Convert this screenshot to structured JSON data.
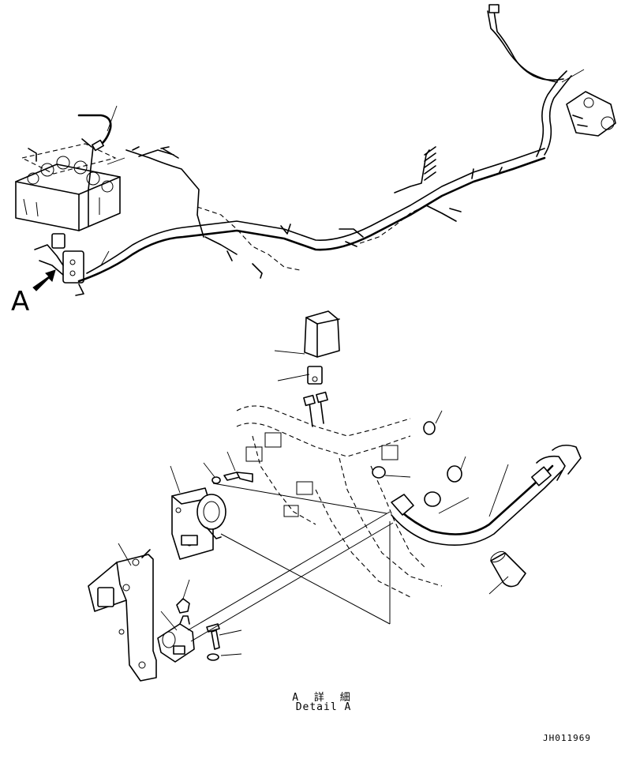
{
  "view_label": "A",
  "detail_caption_ja": "A 詳 細",
  "detail_caption_en": "Detail A",
  "drawing_id": "JH011969"
}
